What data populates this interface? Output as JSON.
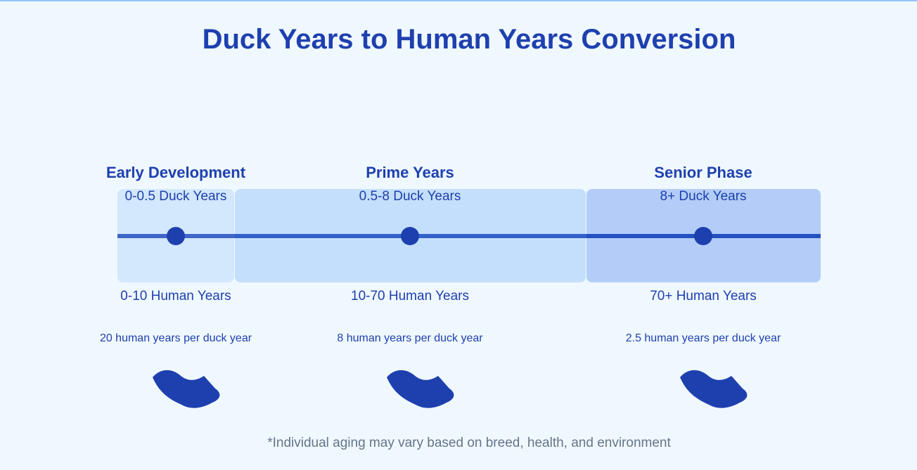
{
  "title": "Duck Years to Human Years Conversion",
  "colors": {
    "background": "#f0f8ff",
    "accent": "#1e40af",
    "timeline": "#1e40af",
    "box_early": "#d3e7fd",
    "box_prime": "#c4dffb",
    "box_senior": "#b3cdf8",
    "footnote": "#64748b",
    "top_border": "#93c5fd"
  },
  "stages": [
    {
      "name": "Early Development",
      "duck_years": "0-0.5 Duck Years",
      "human_years": "0-10 Human Years",
      "rate": "20 human years per duck year",
      "icon": "duck-icon"
    },
    {
      "name": "Prime Years",
      "duck_years": "0.5-8 Duck Years",
      "human_years": "10-70 Human Years",
      "rate": "8 human years per duck year",
      "icon": "duck-icon"
    },
    {
      "name": "Senior Phase",
      "duck_years": "8+ Duck Years",
      "human_years": "70+ Human Years",
      "rate": "2.5 human years per duck year",
      "icon": "duck-icon"
    }
  ],
  "footnote": "*Individual aging may vary based on breed, health, and environment"
}
